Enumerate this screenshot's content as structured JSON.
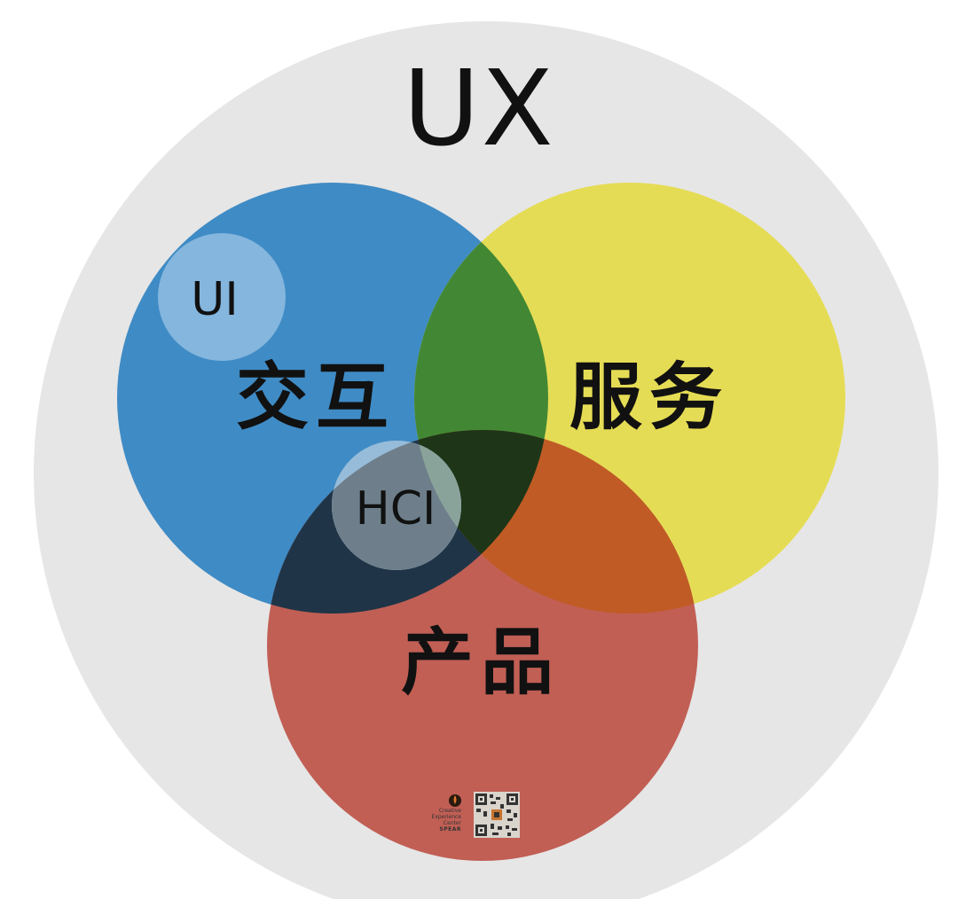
{
  "labels": {
    "ux": "UX",
    "ui": "UI",
    "hci": "HCI",
    "interaction": "交互",
    "service": "服务",
    "product": "产品"
  },
  "logo": {
    "line1": "Creative",
    "line2": "Experience",
    "line3": "Center",
    "line4": "SPEAR"
  },
  "colors": {
    "outer_circle": "#e6e6e6",
    "interaction": "#3f8bc5",
    "service": "#e5dc55",
    "product": "#c15f55",
    "interaction_service": "#428834",
    "service_product": "#c05b26",
    "interaction_product": "#1f3547",
    "center": "#1e3517",
    "ui_circle": "#84b6de",
    "hci_circle": "#b9c8d3"
  },
  "icons": [
    "drop-logo-icon",
    "qr-code-icon"
  ]
}
